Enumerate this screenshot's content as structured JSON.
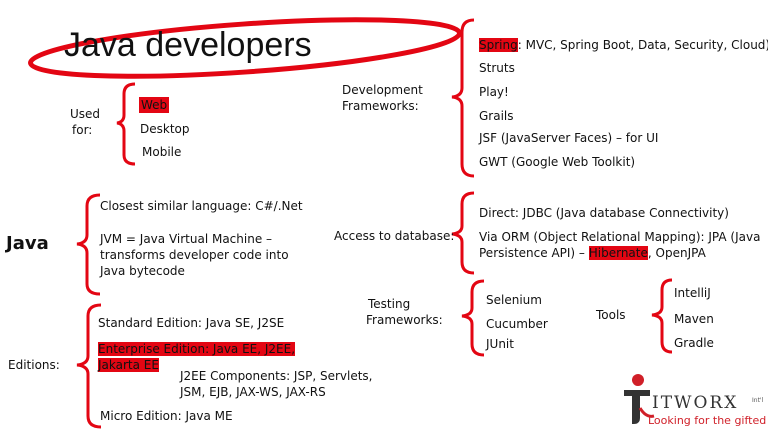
{
  "title": "Java developers",
  "used_for": {
    "label_line1": "Used",
    "label_line2": "for:",
    "items": [
      "Web",
      "Desktop",
      "Mobile"
    ]
  },
  "java": {
    "label": "Java",
    "closest": "Closest similar language: C#/.Net",
    "jvm_line1": "JVM = Java Virtual Machine –",
    "jvm_line2": "transforms developer code into",
    "jvm_line3": "Java bytecode"
  },
  "editions": {
    "label": "Editions:",
    "standard": "Standard Edition: Java SE, J2SE",
    "enterprise_line1": "Enterprise Edition: Java EE, J2EE,",
    "enterprise_line2": "Jakarta EE",
    "j2ee_line1": "J2EE Components: JSP, Servlets,",
    "j2ee_line2": "JSM, EJB,  JAX-WS, JAX-RS",
    "micro": "Micro Edition: Java ME"
  },
  "dev_frameworks": {
    "label_line1": "Development",
    "label_line2": "Frameworks:",
    "spring_word": "Spring",
    "spring_rest": ": MVC, Spring Boot, Data, Security, Cloud)",
    "items": [
      "Struts",
      "Play!",
      "Grails",
      "JSF (JavaServer Faces) – for UI",
      "GWT (Google Web Toolkit)"
    ]
  },
  "database": {
    "label": "Access to database:",
    "direct": "Direct: JDBC (Java database Connectivity)",
    "orm_line1": "Via ORM (Object Relational Mapping): JPA (Java",
    "orm_line2_pre": "Persistence API) – ",
    "orm_hibernate": "Hibernate",
    "orm_line2_post": ", OpenJPA"
  },
  "testing": {
    "label_line1": "Testing",
    "label_line2": "Frameworks:",
    "items": [
      "Selenium",
      "Cucumber",
      "JUnit"
    ]
  },
  "tools": {
    "label": "Tools",
    "items": [
      "IntelliJ",
      "Maven",
      "Gradle"
    ]
  },
  "logo": {
    "word": "ITWORX",
    "intl": "Int'l",
    "tagline": "Looking for the gifted"
  },
  "colors": {
    "accent": "#e30613",
    "text": "#111111",
    "logo_red": "#d01f28"
  }
}
